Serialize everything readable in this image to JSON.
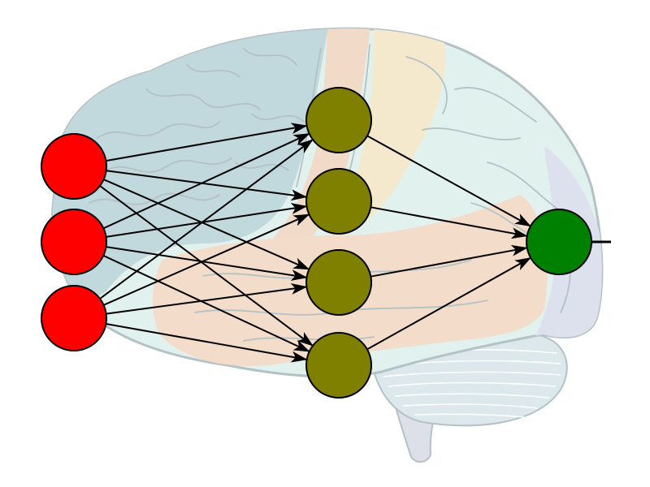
{
  "diagram": {
    "colors": {
      "background": "#ffffff",
      "brain_outline": "#a8b8bc",
      "frontal_lobe": "#b7d2d6",
      "parietal_lobe": "#dcefec",
      "motor_strip": "#f0d4bf",
      "sensory_strip": "#f3e6c4",
      "temporal_lobe": "#f1d6c0",
      "occipital_lobe": "#d8dcea",
      "cerebellum": "#d6e5e8",
      "brainstem": "#d8dae6",
      "input_node": "#ff0000",
      "hidden_node": "#808000",
      "output_node": "#008000",
      "node_stroke": "#000000",
      "edge": "#000000"
    },
    "layers": [
      {
        "name": "input",
        "count": 3,
        "color_key": "input_node"
      },
      {
        "name": "hidden",
        "count": 4,
        "color_key": "hidden_node"
      },
      {
        "name": "output",
        "count": 1,
        "color_key": "output_node"
      }
    ],
    "connections": "fully-connected",
    "output_line": true
  }
}
